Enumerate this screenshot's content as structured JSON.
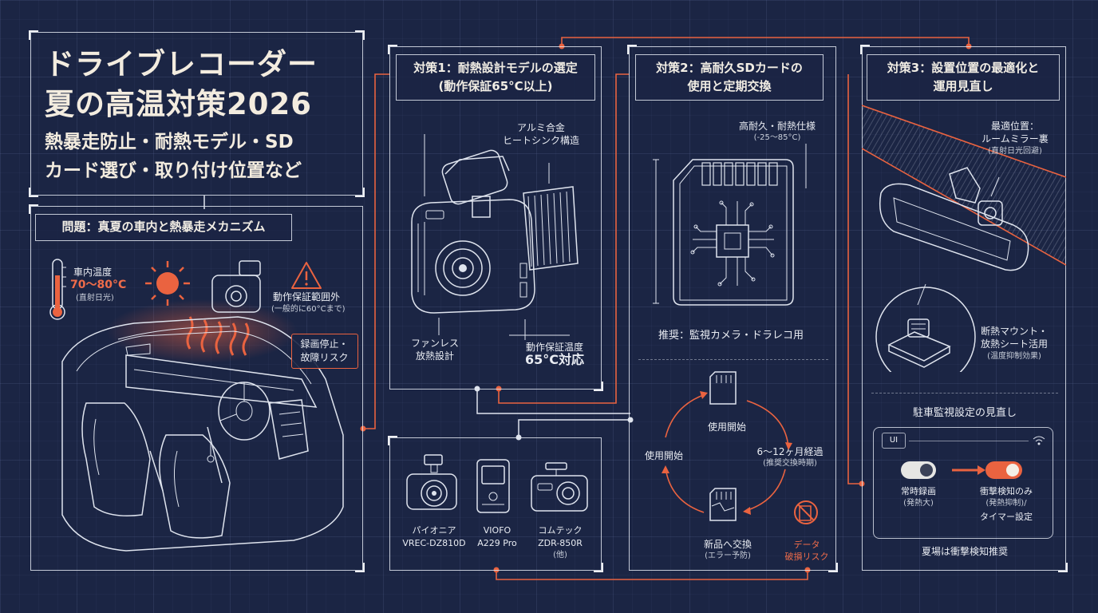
{
  "title": {
    "line1": "ドライブレコーダー",
    "line2": "夏の高温対策2026",
    "sub1": "熱暴走防止・耐熱モデル・SD",
    "sub2": "カード選び・取り付け位置など"
  },
  "problem": {
    "header": "問題：真夏の車内と熱暴走メカニズム",
    "temp_label": "車内温度",
    "temp_value": "70〜80°C",
    "temp_note": "(直射日光)",
    "spec_label": "動作保証範囲外",
    "spec_note": "(一般的に60°Cまで)",
    "risk_line1": "録画停止・",
    "risk_line2": "故障リスク"
  },
  "measure1": {
    "header_line1": "対策1：耐熱設計モデルの選定",
    "header_line2": "(動作保証65°C以上)",
    "heatsink_line1": "アルミ合金",
    "heatsink_line2": "ヒートシンク構造",
    "fanless_line1": "ファンレス",
    "fanless_line2": "放熱設計",
    "temp_line1": "動作保証温度",
    "temp_line2": "65°C対応"
  },
  "models": [
    {
      "maker": "パイオニア",
      "model": "VREC-DZ810D",
      "note": ""
    },
    {
      "maker": "VIOFO",
      "model": "A229 Pro",
      "note": ""
    },
    {
      "maker": "コムテック",
      "model": "ZDR-850R",
      "note": "(他)"
    }
  ],
  "measure2": {
    "header_line1": "対策2：高耐久SDカードの",
    "header_line2": "使用と定期交換",
    "spec_line1": "高耐久・耐熱仕様",
    "spec_line2": "(-25〜85°C)",
    "recommend": "推奨：監視カメラ・ドラレコ用",
    "cycle_start_top": "使用開始",
    "cycle_start_left": "使用開始",
    "cycle_period_line1": "6〜12ヶ月経過",
    "cycle_period_line2": "(推奨交換時期)",
    "cycle_replace_line1": "新品へ交換",
    "cycle_replace_line2": "(エラー予防)",
    "risk_line1": "データ",
    "risk_line2": "破損リスク"
  },
  "measure3": {
    "header_line1": "対策3：設置位置の最適化と",
    "header_line2": "運用見直し",
    "position_line1": "最適位置：",
    "position_line2": "ルームミラー裏",
    "position_line3": "(直射日光回避)",
    "mount_line1": "断熱マウント・",
    "mount_line2": "放熱シート活用",
    "mount_line3": "(温度抑制効果)",
    "parking_title": "駐車監視設定の見直し",
    "ui_label": "UI",
    "toggle_off_line1": "常時録画",
    "toggle_off_line2": "(発熱大)",
    "toggle_on_line1": "衝撃検知のみ",
    "toggle_on_line2": "(発熱抑制)/",
    "toggle_on_line3": "タイマー設定",
    "footer": "夏場は衝撃検知推奨"
  },
  "colors": {
    "background": "#1b2544",
    "line": "#dfe4ee",
    "accent": "#ea6340",
    "title_text": "#f3ecdf"
  }
}
